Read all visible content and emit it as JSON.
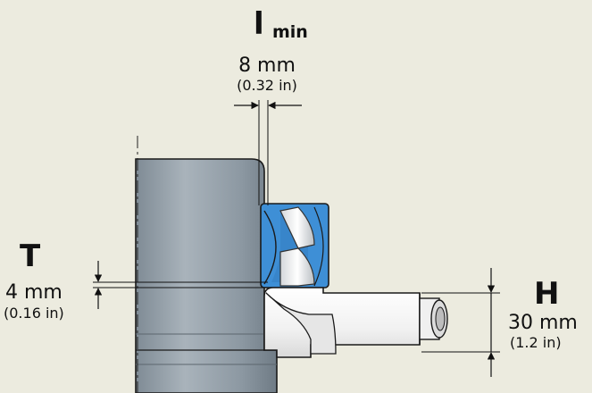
{
  "dimensions": {
    "l_min": {
      "symbol": "l",
      "subscript": "min",
      "metric": "8 mm",
      "imperial": "(0.32 in)"
    },
    "t": {
      "symbol": "T",
      "metric": "4 mm",
      "imperial": "(0.16 in)"
    },
    "h": {
      "symbol": "H",
      "metric": "30 mm",
      "imperial": "(1.2 in)"
    }
  },
  "colors": {
    "background": "#ecebdf",
    "shaft": "#8f9ba5",
    "bearing_blue": "#3e8fd6",
    "tool_body": "#f3f3f3"
  }
}
